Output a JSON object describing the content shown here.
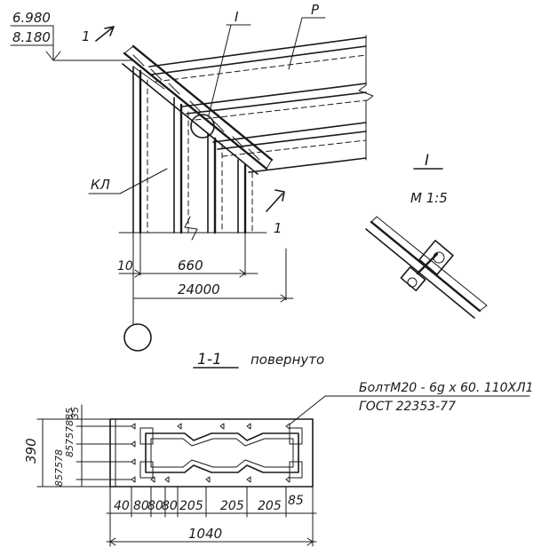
{
  "elevation": {
    "level_top": "6.980",
    "level_bottom": "8.180",
    "section_mark_upper": "1",
    "section_mark_lower": "1",
    "node_callout": "I",
    "purlin_label": "P",
    "column_label": "КЛ",
    "dim_left": "10",
    "dim_middle": "660",
    "dim_span": "24000"
  },
  "detail": {
    "title": "I",
    "scale": "М 1:5"
  },
  "section": {
    "title": "1-1",
    "subtitle": "повернуто",
    "bolt_note": "БолтМ20 - 6g х 60. 110ХЛ1",
    "bolt_standard": "ГОСТ 22353-77",
    "dim_height_total": "390",
    "dim_top_edge": "35",
    "dim_vertical_chain": "85757885",
    "dim_vertical_chain_low": "857578",
    "dim_horizontal_chain": [
      "40",
      "80",
      "80",
      "80",
      "205",
      "205",
      "205",
      "85"
    ],
    "dim_length_total": "1040"
  }
}
